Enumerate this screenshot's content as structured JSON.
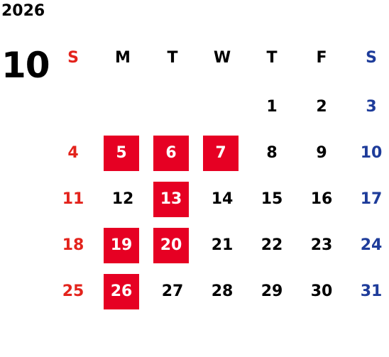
{
  "calendar": {
    "year": "2026",
    "month": "10",
    "weekdays": [
      "S",
      "M",
      "T",
      "W",
      "T",
      "F",
      "S"
    ],
    "colors": {
      "sunday": "#e3231c",
      "saturday": "#1e3c9a",
      "weekday": "#000000",
      "highlight_bg": "#e60023",
      "highlight_text": "#ffffff"
    },
    "weeks": [
      [
        {
          "day": ""
        },
        {
          "day": ""
        },
        {
          "day": ""
        },
        {
          "day": ""
        },
        {
          "day": "1"
        },
        {
          "day": "2"
        },
        {
          "day": "3"
        }
      ],
      [
        {
          "day": "4"
        },
        {
          "day": "5",
          "highlighted": true
        },
        {
          "day": "6",
          "highlighted": true
        },
        {
          "day": "7",
          "highlighted": true
        },
        {
          "day": "8"
        },
        {
          "day": "9"
        },
        {
          "day": "10"
        }
      ],
      [
        {
          "day": "11"
        },
        {
          "day": "12"
        },
        {
          "day": "13",
          "highlighted": true
        },
        {
          "day": "14"
        },
        {
          "day": "15"
        },
        {
          "day": "16"
        },
        {
          "day": "17"
        }
      ],
      [
        {
          "day": "18"
        },
        {
          "day": "19",
          "highlighted": true
        },
        {
          "day": "20",
          "highlighted": true
        },
        {
          "day": "21"
        },
        {
          "day": "22"
        },
        {
          "day": "23"
        },
        {
          "day": "24"
        }
      ],
      [
        {
          "day": "25"
        },
        {
          "day": "26",
          "highlighted": true
        },
        {
          "day": "27"
        },
        {
          "day": "28"
        },
        {
          "day": "29"
        },
        {
          "day": "30"
        },
        {
          "day": "31"
        }
      ]
    ]
  }
}
